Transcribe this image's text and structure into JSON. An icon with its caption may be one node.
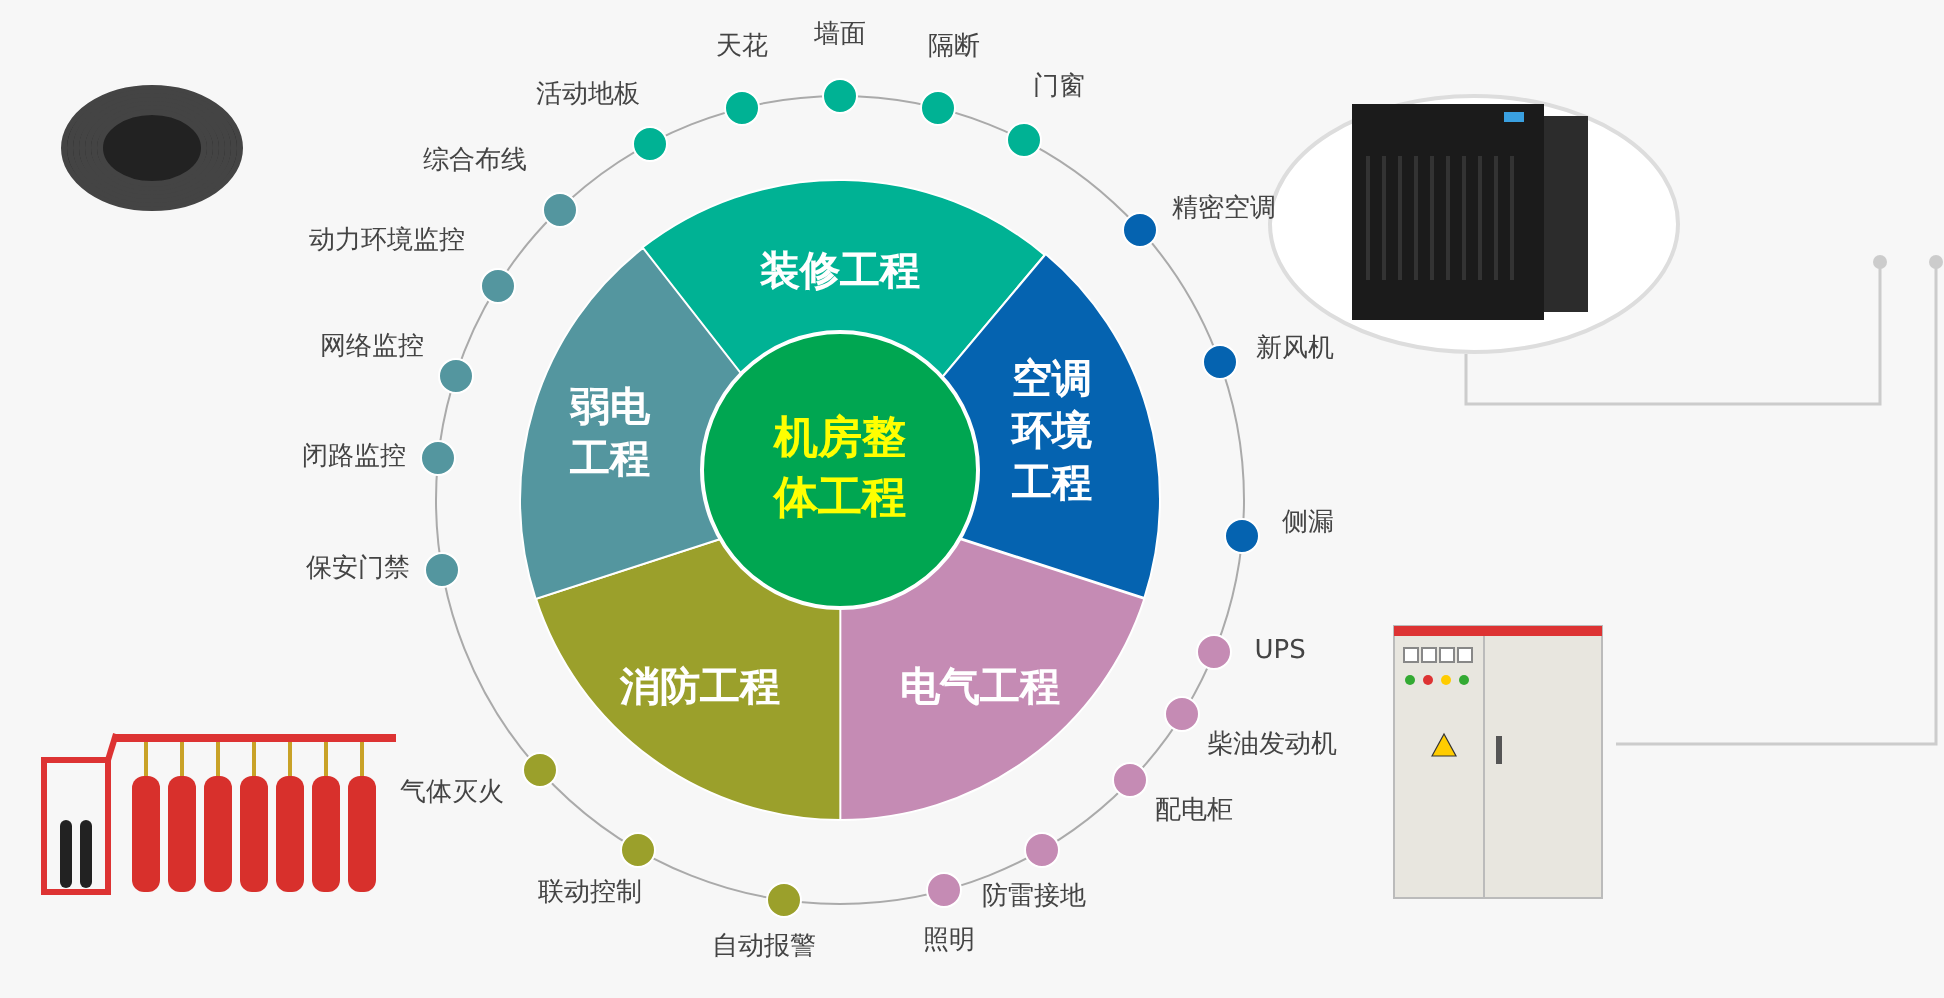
{
  "diagram": {
    "nodes": [
      {
        "text": [
          "机房整体工程"
        ]
      },
      {
        "text": [
          "装修工程"
        ]
      },
      {
        "text": [
          "空调环境工程"
        ]
      },
      {
        "text": [
          "电气工程"
        ]
      },
      {
        "text": [
          "消防工程"
        ]
      },
      {
        "text": [
          "弱电工程"
        ]
      },
      {
        "text": [],
        "shape": "circle",
        "beside": [
          "活动地板"
        ]
      },
      {
        "text": [],
        "shape": "circle",
        "beside": [
          "天花"
        ]
      },
      {
        "text": [],
        "shape": "circle",
        "beside": [
          "墙面"
        ]
      },
      {
        "text": [],
        "shape": "circle",
        "beside": [
          "隔断"
        ]
      },
      {
        "text": [],
        "shape": "circle",
        "beside": [
          "门窗"
        ]
      },
      {
        "text": [],
        "shape": "circle",
        "beside": [
          "精密空调"
        ]
      },
      {
        "text": [],
        "shape": "circle",
        "beside": [
          "新风机"
        ]
      },
      {
        "text": [],
        "shape": "circle",
        "beside": [
          "侧漏"
        ]
      },
      {
        "text": [],
        "shape": "circle",
        "beside": [
          "UPS"
        ]
      },
      {
        "text": [],
        "shape": "circle",
        "beside": [
          "柴油发动机"
        ]
      },
      {
        "text": [],
        "shape": "circle",
        "beside": [
          "配电柜"
        ]
      },
      {
        "text": [],
        "shape": "circle",
        "beside": [
          "防雷接地"
        ]
      },
      {
        "text": [],
        "shape": "circle",
        "beside": [
          "照明"
        ]
      },
      {
        "text": [],
        "shape": "circle",
        "beside": [
          "自动报警"
        ]
      },
      {
        "text": [],
        "shape": "circle",
        "beside": [
          "联动控制"
        ]
      },
      {
        "text": [],
        "shape": "circle",
        "beside": [
          "气体灭火"
        ]
      },
      {
        "text": [],
        "shape": "circle",
        "beside": [
          "保安门禁"
        ]
      },
      {
        "text": [],
        "shape": "circle",
        "beside": [
          "闭路监控"
        ]
      },
      {
        "text": [],
        "shape": "circle",
        "beside": [
          "网络监控"
        ]
      },
      {
        "text": [],
        "shape": "circle",
        "beside": [
          "动力环境监控"
        ]
      },
      {
        "text": [],
        "shape": "circle",
        "beside": [
          "综合布线"
        ]
      }
    ],
    "edges": []
  }
}
